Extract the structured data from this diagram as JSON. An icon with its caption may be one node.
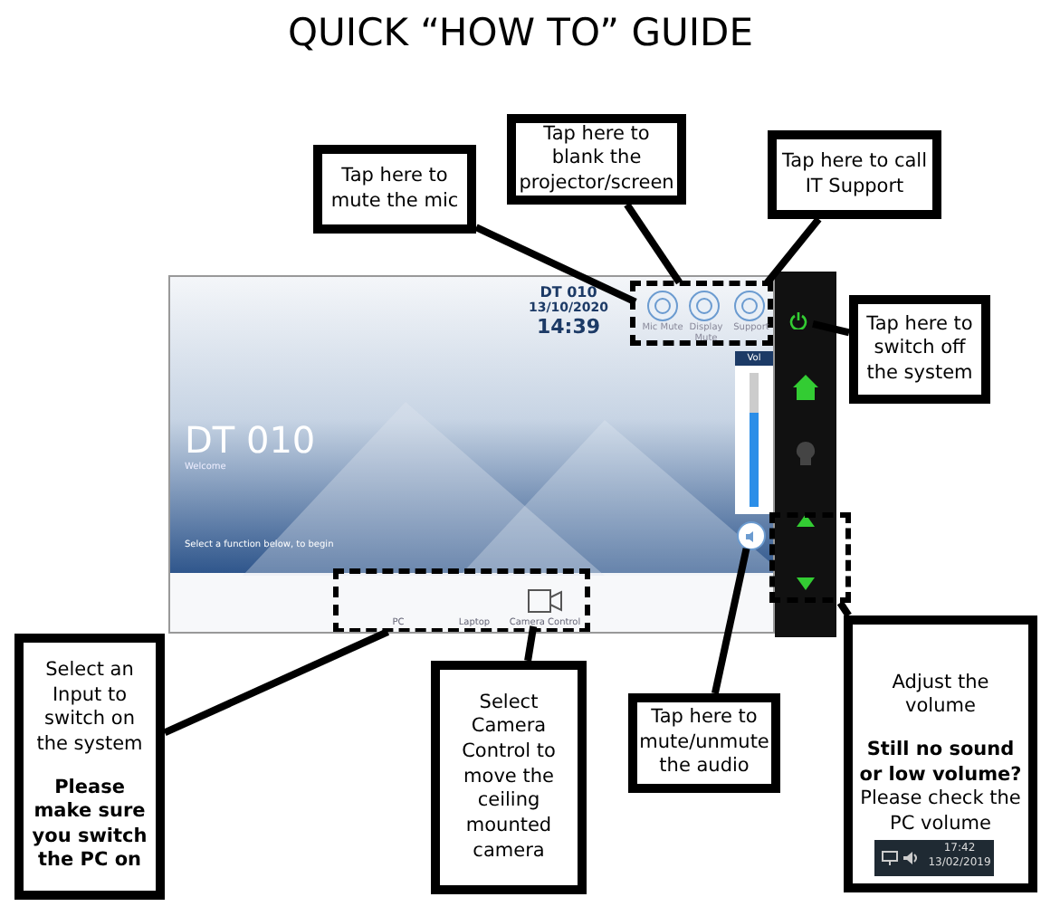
{
  "diagram": {
    "title": "QUICK “HOW TO” GUIDE",
    "nodes": [
      {
        "text": [
          "Tap here to mute the mic"
        ]
      },
      {
        "text": [
          "Tap here to blank the projector/screen"
        ]
      },
      {
        "text": [
          "Tap here to call IT Support"
        ]
      },
      {
        "text": [
          "Tap here to switch off the system"
        ]
      },
      {
        "text": [
          "Select an Input to switch on the system",
          "Please make sure you switch the PC on"
        ]
      },
      {
        "text": [
          "Select Camera Control to move the ceiling mounted camera"
        ]
      },
      {
        "text": [
          "Tap here to mute/unmute the audio"
        ]
      },
      {
        "text": [
          "Adjust the volume",
          "Still no sound or low volume?",
          "Please check the PC volume"
        ]
      },
      {
        "text": [
          "17:42",
          "13/02/2019"
        ],
        "in": 7
      },
      {
        "text": [],
        "shape": "box"
      },
      {
        "text": [],
        "shape": "box",
        "in": 9
      },
      {
        "text": [
          "Mic Mute"
        ],
        "in": 10
      },
      {
        "text": [
          "Display Mute"
        ],
        "in": 10
      },
      {
        "text": [
          "Support"
        ],
        "in": 10
      },
      {
        "text": [],
        "shape": "box",
        "in": 9
      },
      {
        "text": [
          "PC"
        ],
        "in": 14
      },
      {
        "text": [
          "Laptop"
        ],
        "in": 14
      },
      {
        "text": [
          "Camera Control"
        ],
        "in": 14
      },
      {
        "text": [
          "Vol"
        ],
        "in": 9
      },
      {
        "text": [],
        "shape": "circle",
        "in": 9
      },
      {
        "text": [],
        "shape": "bar"
      },
      {
        "text": [],
        "shape": "button",
        "in": 20
      },
      {
        "text": [],
        "shape": "box"
      }
    ],
    "edges": [
      {
        "from": 0,
        "to": 11,
        "arrow": "none"
      },
      {
        "from": 1,
        "to": 12,
        "arrow": "none"
      },
      {
        "from": 2,
        "to": 13,
        "arrow": "none"
      },
      {
        "from": 3,
        "to": 21,
        "arrow": "none"
      },
      {
        "from": 4,
        "to": 14,
        "arrow": "none"
      },
      {
        "from": 5,
        "to": 17,
        "arrow": "none"
      },
      {
        "from": 6,
        "to": 19,
        "arrow": "none"
      },
      {
        "from": 7,
        "to": 22,
        "arrow": "none"
      }
    ],
    "labels": [
      "DT 010",
      "13/10/2020",
      "14:39",
      "DT 010",
      "Welcome",
      "Select a function below, to begin"
    ]
  }
}
